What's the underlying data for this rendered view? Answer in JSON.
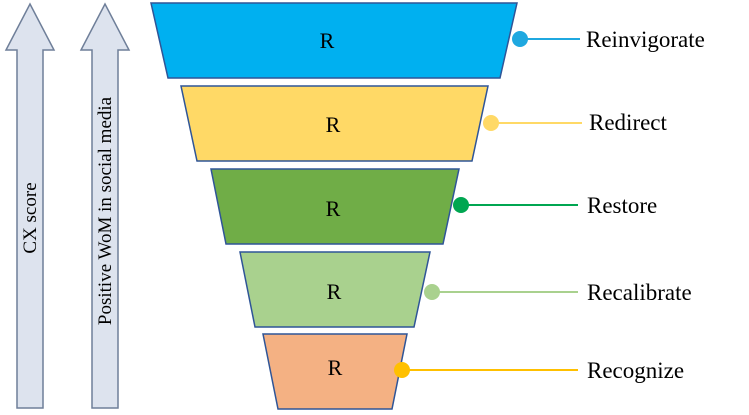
{
  "arrows": [
    {
      "label": "CX score"
    },
    {
      "label": "Positive WoM in social media"
    }
  ],
  "stages": [
    {
      "letter": "R",
      "label": "Reinvigorate",
      "fill": "#00B0F0",
      "stroke": "#2F5597",
      "connector": "#1FA8E0"
    },
    {
      "letter": "R",
      "label": "Redirect",
      "fill": "#FFD966",
      "stroke": "#2F5597",
      "connector": "#FFD966"
    },
    {
      "letter": "R",
      "label": "Restore",
      "fill": "#70AD47",
      "stroke": "#2F5597",
      "connector": "#00A651"
    },
    {
      "letter": "R",
      "label": "Recalibrate",
      "fill": "#A9D18E",
      "stroke": "#2F5597",
      "connector": "#A9D18E"
    },
    {
      "letter": "R",
      "label": "Recognize",
      "fill": "#F4B183",
      "stroke": "#2F5597",
      "connector": "#FFC000"
    }
  ],
  "colors": {
    "arrow_fill": "#DDE3EE",
    "arrow_stroke": "#6F7F99"
  }
}
